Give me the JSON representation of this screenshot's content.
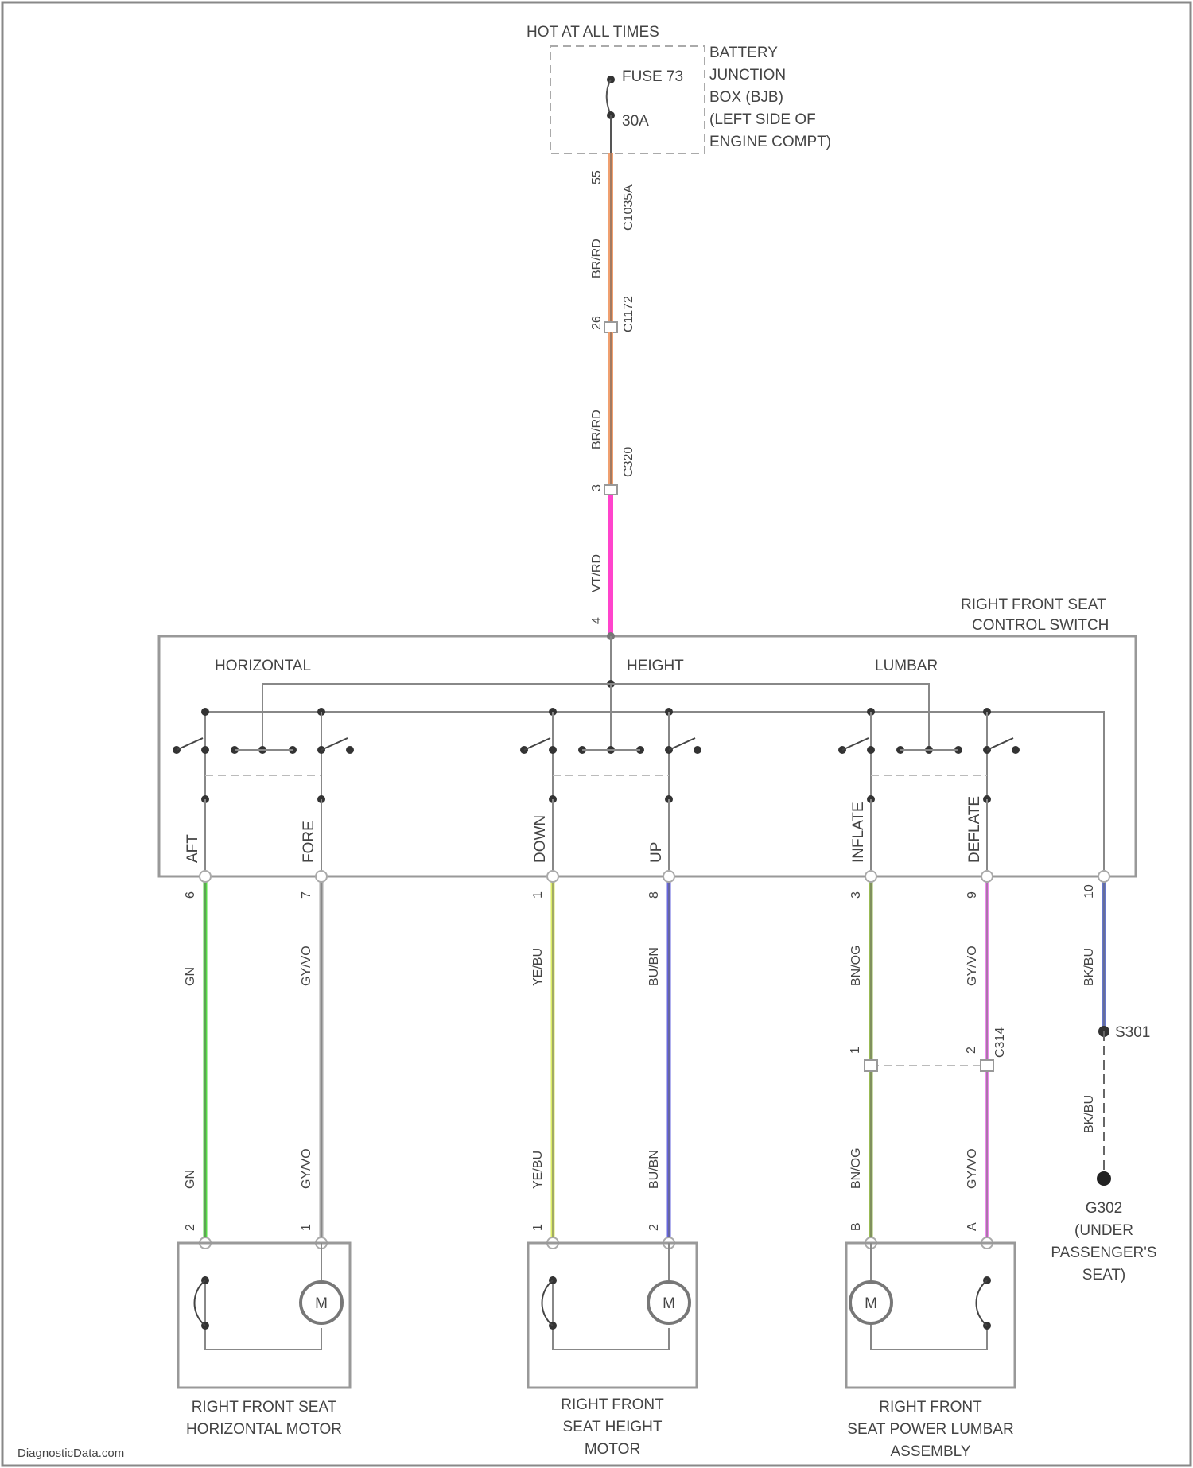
{
  "source": {
    "hot_label": "HOT AT ALL TIMES",
    "fuse": "FUSE 73",
    "amps": "30A",
    "bjb_lines": [
      "BATTERY",
      "JUNCTION",
      "BOX (BJB)",
      "(LEFT SIDE OF",
      "ENGINE COMPT)"
    ]
  },
  "main_wire": {
    "seg1_color": "BR/RD",
    "seg1_circuit": "C1035A",
    "seg1_pin": "55",
    "conn_c1": "C1172",
    "conn_c1_pin": "26",
    "seg2_color": "BR/RD",
    "conn_c2": "C320",
    "conn_c2_pin": "3",
    "seg3_color": "VT/RD",
    "switch_pin": "4",
    "colors": {
      "seg1": "#f0a070",
      "seg2": "#f0a070",
      "seg3": "#ff44cc"
    }
  },
  "switch": {
    "title_lines": [
      "RIGHT FRONT SEAT",
      "CONTROL SWITCH"
    ],
    "horizontal": "HORIZONTAL",
    "height": "HEIGHT",
    "lumbar": "LUMBAR",
    "aft": "AFT",
    "fore": "FORE",
    "down": "DOWN",
    "up": "UP",
    "inflate": "INFLATE",
    "deflate": "DEFLATE"
  },
  "wires": [
    {
      "color_top": "GN",
      "color_bottom": "GN",
      "pin_top": "6",
      "pin_bottom": "2",
      "hex": "#55dd44"
    },
    {
      "color_top": "GY/VO",
      "color_bottom": "GY/VO",
      "pin_top": "7",
      "pin_bottom": "1",
      "hex": "#aaaaaa"
    },
    {
      "color_top": "YE/BU",
      "color_bottom": "YE/BU",
      "pin_top": "1",
      "pin_bottom": "1",
      "hex": "#ddee66"
    },
    {
      "color_top": "BU/BN",
      "color_bottom": "BU/BN",
      "pin_top": "8",
      "pin_bottom": "2",
      "hex": "#6666dd"
    },
    {
      "color_top": "BN/OG",
      "color_bottom": "BN/OG",
      "pin_top": "3",
      "pin_bottom": "B",
      "hex": "#99bb55"
    },
    {
      "color_top": "GY/VO",
      "color_bottom": "GY/VO",
      "pin_top": "9",
      "pin_bottom": "A",
      "hex": "#ee88ee"
    },
    {
      "color_top": "BK/BU",
      "color_bottom": "BK/BU",
      "pin_top": "10",
      "pin_bottom": "",
      "hex": "#6677cc"
    }
  ],
  "lumbar_connector": {
    "name": "C314",
    "pin_left": "1",
    "pin_right": "2"
  },
  "ground": {
    "splice": "S301",
    "name_lines": [
      "G302",
      "(UNDER",
      "PASSENGER'S",
      "SEAT)"
    ]
  },
  "motors": [
    {
      "label_lines": [
        "RIGHT FRONT SEAT",
        "HORIZONTAL MOTOR"
      ],
      "symbol": "M"
    },
    {
      "label_lines": [
        "RIGHT FRONT",
        "SEAT HEIGHT",
        "MOTOR"
      ],
      "symbol": "M"
    },
    {
      "label_lines": [
        "RIGHT FRONT",
        "SEAT POWER LUMBAR",
        "ASSEMBLY"
      ],
      "symbol": "M"
    }
  ],
  "watermark": "DiagnosticData.com"
}
